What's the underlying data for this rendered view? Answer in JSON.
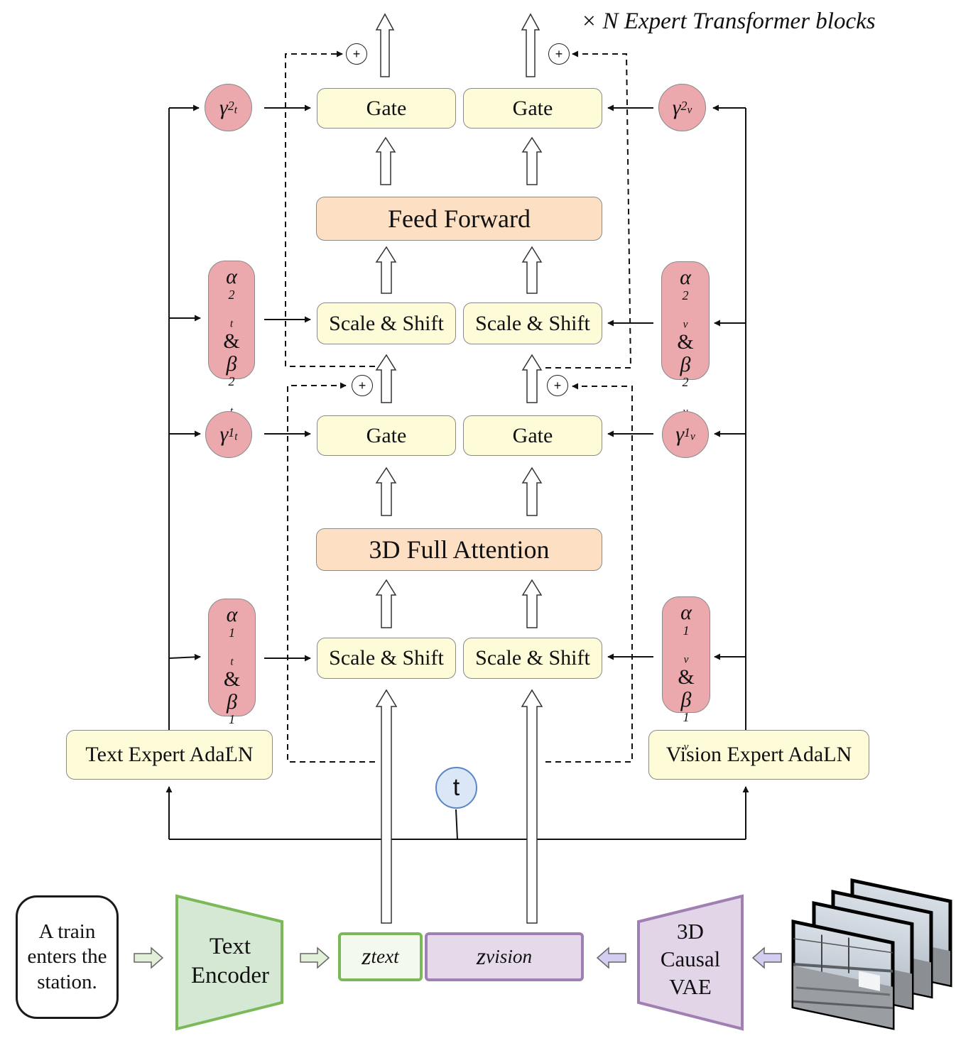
{
  "title": "× N Expert Transformer blocks",
  "blocks": {
    "gate_text_2": "Gate",
    "gate_vision_2": "Gate",
    "feed_forward": "Feed Forward",
    "scale_shift_text_2": "Scale & Shift",
    "scale_shift_vision_2": "Scale & Shift",
    "gate_text_1": "Gate",
    "gate_vision_1": "Gate",
    "attention": "3D Full Attention",
    "scale_shift_text_1": "Scale & Shift",
    "scale_shift_vision_1": "Scale & Shift"
  },
  "adaln": {
    "text": "Text Expert AdaLN",
    "vision": "Vision Expert AdaLN"
  },
  "params": {
    "gamma": "γ",
    "alpha": "α",
    "beta": "β",
    "amp": "&",
    "idx1": "1",
    "idx2": "2",
    "t_sub": "t",
    "v_sub": "v"
  },
  "plus": "+",
  "timestep": "t",
  "inputs": {
    "prompt_line1": "A train",
    "prompt_line2": "enters the",
    "prompt_line3": "station.",
    "text_encoder_line1": "Text",
    "text_encoder_line2": "Encoder",
    "z_text_base": "z",
    "z_text_sub": "text",
    "z_vision_base": "z",
    "z_vision_sub": "vision",
    "vae_line1": "3D",
    "vae_line2": "Causal",
    "vae_line3": "VAE"
  },
  "icons": [
    "video-frames-icon",
    "hollow-arrow-icon",
    "dashed-residual-arrow-icon"
  ],
  "colors": {
    "op_fill": "#fdfbd8",
    "main_fill": "#fde0c4",
    "param_fill": "#eba8ad",
    "text_encoder_fill": "#d5e8d4",
    "text_encoder_stroke": "#7ab858",
    "vae_fill": "#e1d5e7",
    "vae_stroke": "#a07fb3",
    "timestep_fill": "#dbe7f7",
    "timestep_stroke": "#5a86c4"
  }
}
